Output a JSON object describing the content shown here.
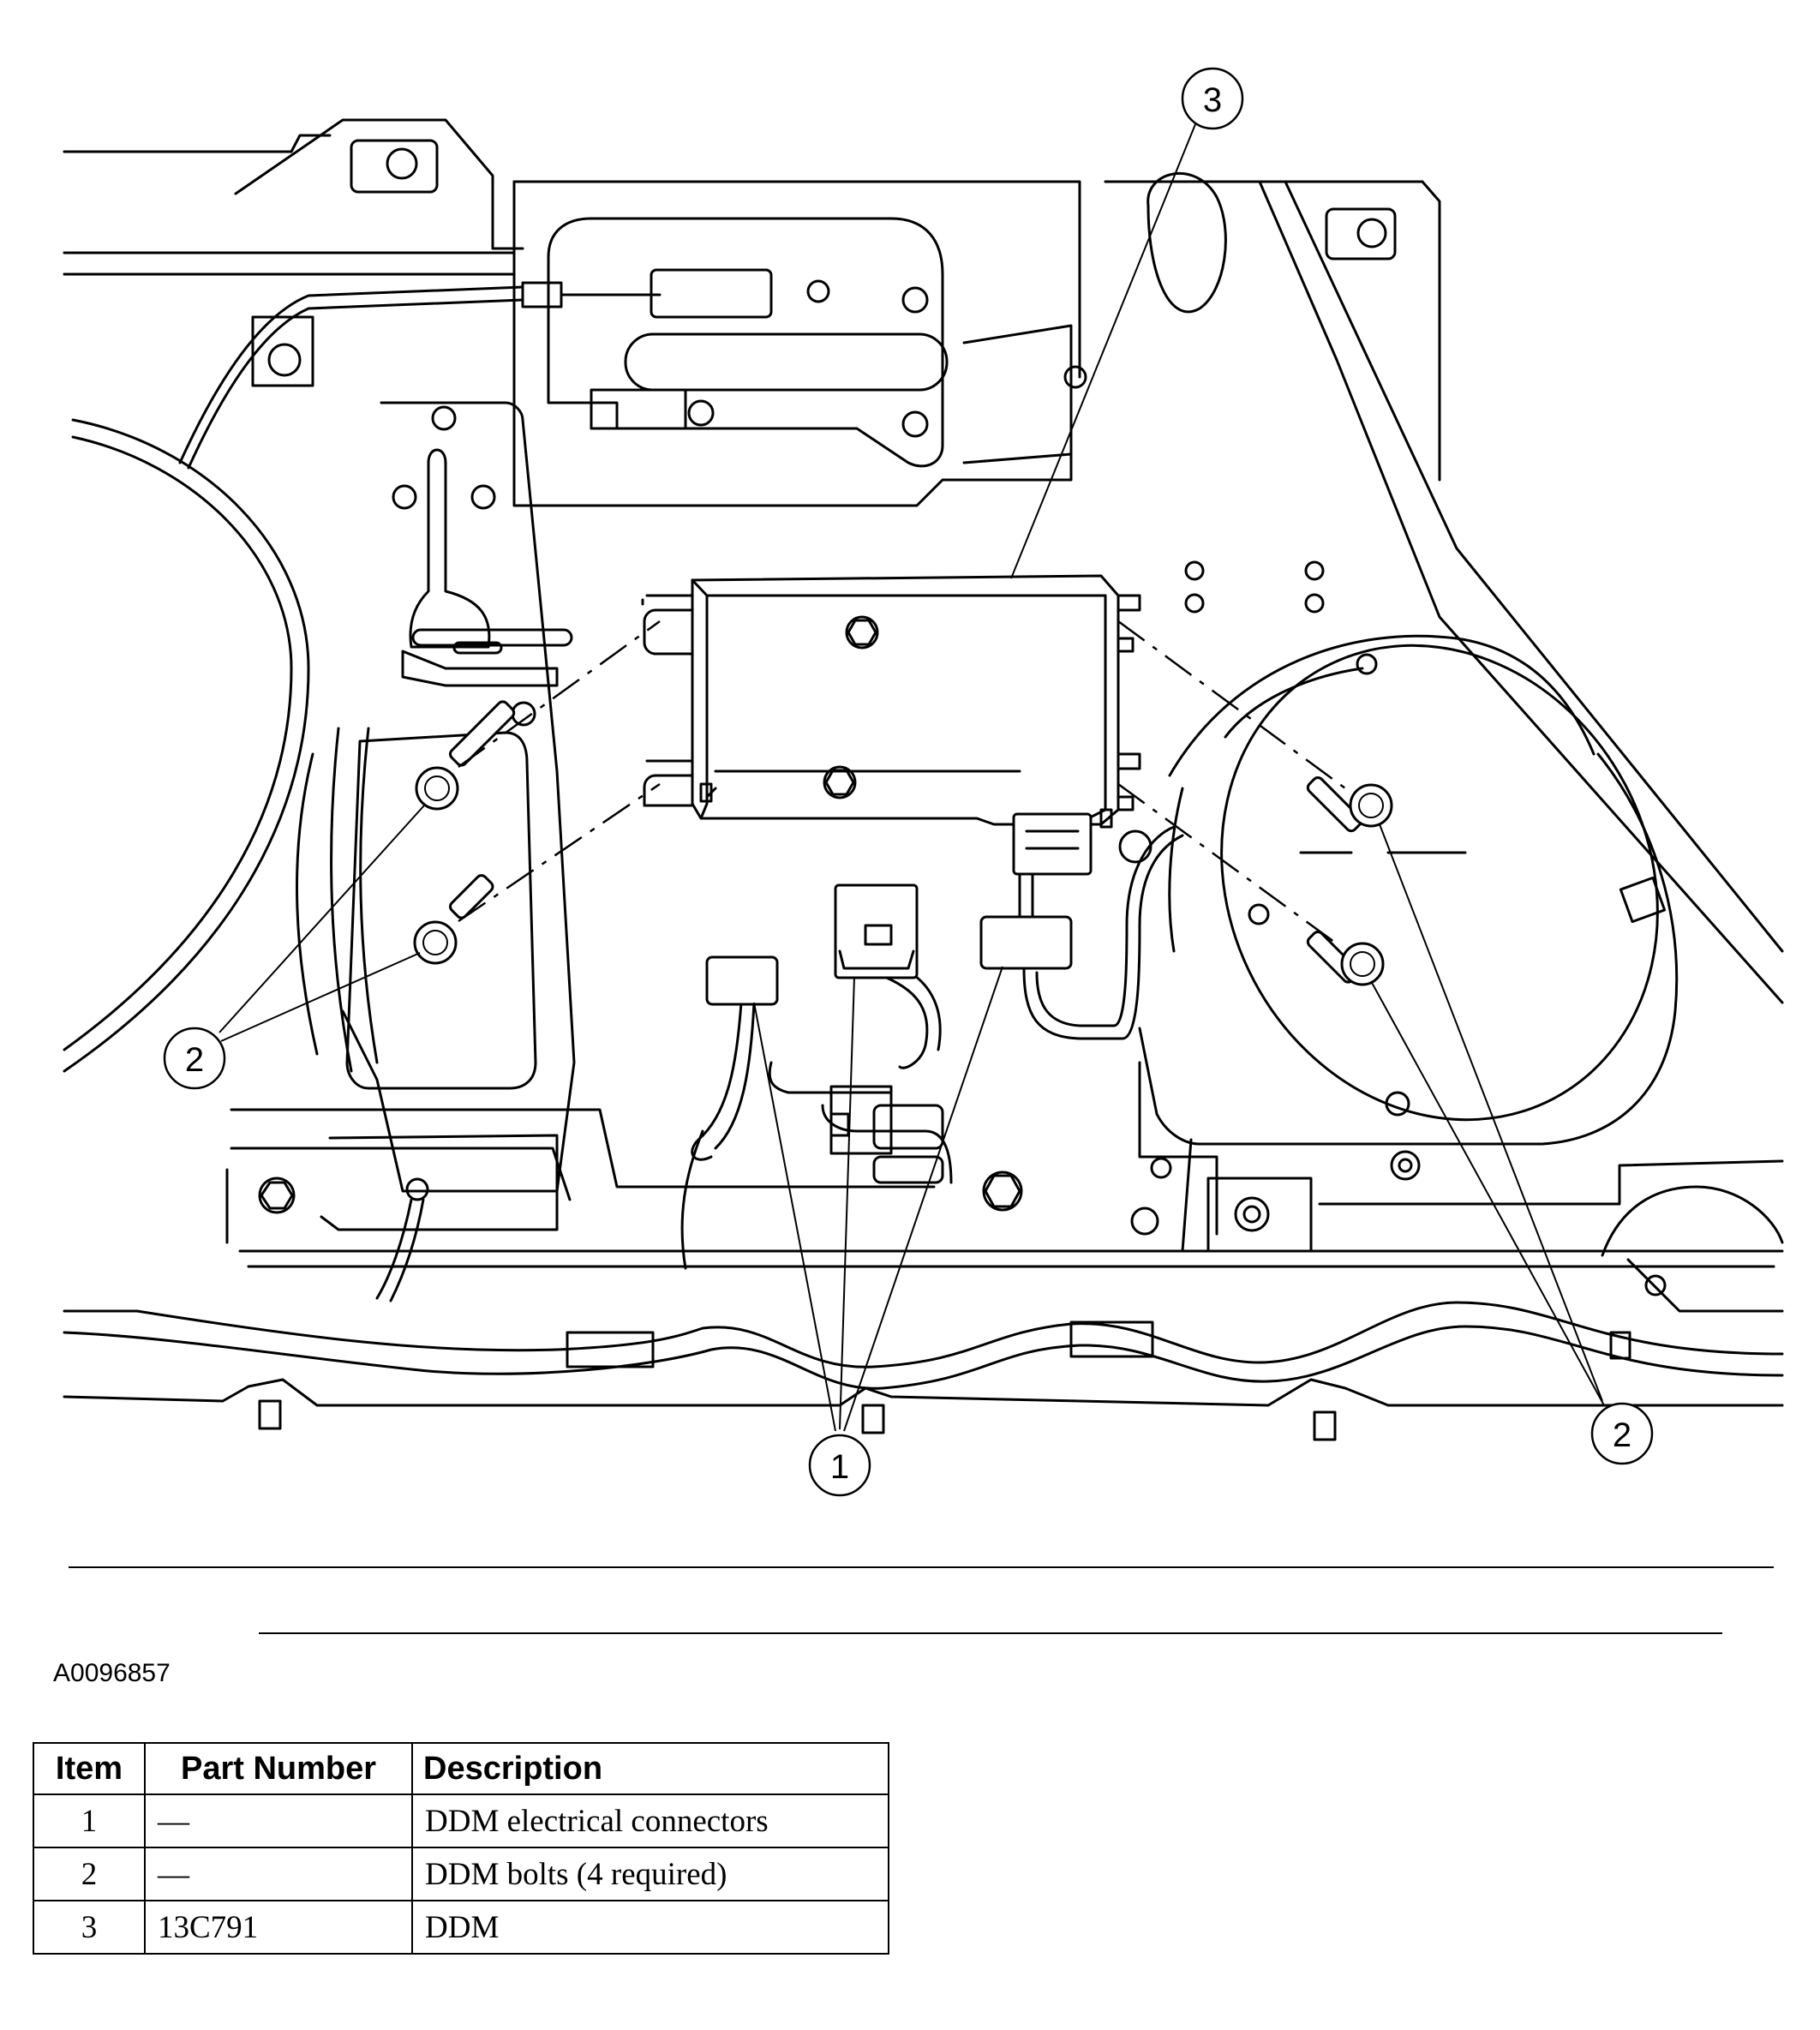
{
  "figure": {
    "callouts": [
      {
        "id": "callout-3",
        "label": "3"
      },
      {
        "id": "callout-2-left",
        "label": "2"
      },
      {
        "id": "callout-1",
        "label": "1"
      },
      {
        "id": "callout-2-right",
        "label": "2"
      }
    ],
    "figure_id": "A0096857"
  },
  "table": {
    "headers": {
      "item": "Item",
      "part_number": "Part Number",
      "description": "Description"
    },
    "rows": [
      {
        "item": "1",
        "part_number": "—",
        "description": "DDM electrical connectors"
      },
      {
        "item": "2",
        "part_number": "—",
        "description": "DDM bolts (4 required)"
      },
      {
        "item": "3",
        "part_number": "13C791",
        "description": "DDM"
      }
    ]
  }
}
